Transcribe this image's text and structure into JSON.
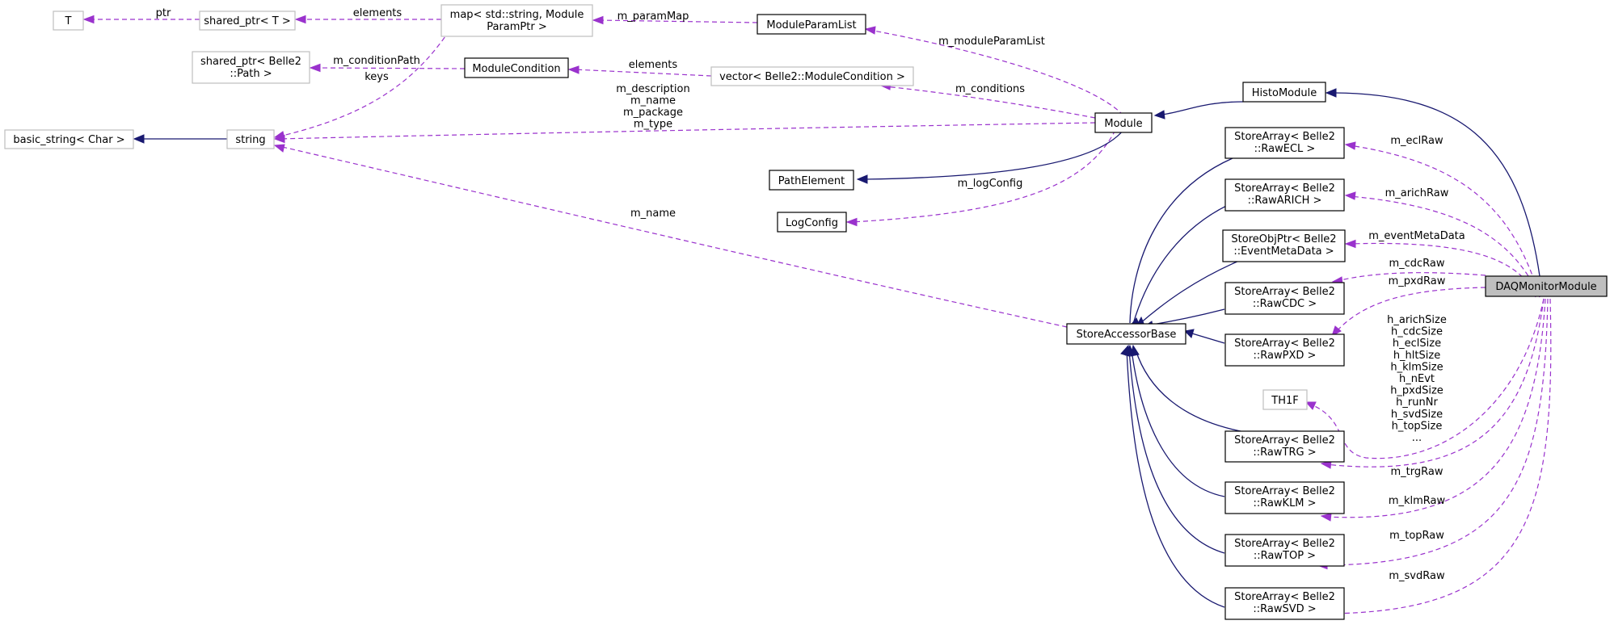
{
  "colors": {
    "inheritance_edge": "#191970",
    "member_edge": "#9a32cd",
    "focus_fill": "#bfbfbf",
    "undocumented_border": "#bfbfbf"
  },
  "nodes": {
    "T": [
      "T"
    ],
    "shared_ptr_T": [
      "shared_ptr< T >"
    ],
    "map": [
      "map< std::string, Module",
      "ParamPtr >"
    ],
    "ModuleParamList": [
      "ModuleParamList"
    ],
    "shared_ptr_path": [
      "shared_ptr< Belle2",
      "::Path >"
    ],
    "ModuleCondition": [
      "ModuleCondition"
    ],
    "vector_cond": [
      "vector< Belle2::ModuleCondition >"
    ],
    "basic_string": [
      "basic_string< Char >"
    ],
    "string": [
      "string"
    ],
    "HistoModule": [
      "HistoModule"
    ],
    "Module": [
      "Module"
    ],
    "PathElement": [
      "PathElement"
    ],
    "LogConfig": [
      "LogConfig"
    ],
    "StoreAccessorBase": [
      "StoreAccessorBase"
    ],
    "RawECL": [
      "StoreArray< Belle2",
      "::RawECL >"
    ],
    "RawARICH": [
      "StoreArray< Belle2",
      "::RawARICH >"
    ],
    "EventMetaData": [
      "StoreObjPtr< Belle2",
      "::EventMetaData >"
    ],
    "RawCDC": [
      "StoreArray< Belle2",
      "::RawCDC >"
    ],
    "RawPXD": [
      "StoreArray< Belle2",
      "::RawPXD >"
    ],
    "TH1F": [
      "TH1F"
    ],
    "RawTRG": [
      "StoreArray< Belle2",
      "::RawTRG >"
    ],
    "RawKLM": [
      "StoreArray< Belle2",
      "::RawKLM >"
    ],
    "RawTOP": [
      "StoreArray< Belle2",
      "::RawTOP >"
    ],
    "RawSVD": [
      "StoreArray< Belle2",
      "::RawSVD >"
    ],
    "DAQMonitorModule": [
      "DAQMonitorModule"
    ]
  },
  "edge_labels": {
    "ptr": [
      "ptr"
    ],
    "elements_sp": [
      "elements"
    ],
    "keys": [
      "keys"
    ],
    "m_paramMap": [
      "m_paramMap"
    ],
    "m_moduleParamList": [
      "m_moduleParamList"
    ],
    "m_conditionPath": [
      "m_conditionPath"
    ],
    "elements_vec": [
      "elements"
    ],
    "m_conditions": [
      "m_conditions"
    ],
    "module_strings": [
      "m_description",
      "m_name",
      "m_package",
      "m_type"
    ],
    "m_logConfig": [
      "m_logConfig"
    ],
    "m_name_sab": [
      "m_name"
    ],
    "m_eclRaw": [
      "m_eclRaw"
    ],
    "m_arichRaw": [
      "m_arichRaw"
    ],
    "m_eventMetaData": [
      "m_eventMetaData"
    ],
    "m_cdcRaw": [
      "m_cdcRaw"
    ],
    "m_pxdRaw": [
      "m_pxdRaw"
    ],
    "histograms": [
      "h_arichSize",
      "h_cdcSize",
      "h_eclSize",
      "h_hltSize",
      "h_klmSize",
      "h_nEvt",
      "h_pxdSize",
      "h_runNr",
      "h_svdSize",
      "h_topSize",
      "..."
    ],
    "m_trgRaw": [
      "m_trgRaw"
    ],
    "m_klmRaw": [
      "m_klmRaw"
    ],
    "m_topRaw": [
      "m_topRaw"
    ],
    "m_svdRaw": [
      "m_svdRaw"
    ]
  }
}
